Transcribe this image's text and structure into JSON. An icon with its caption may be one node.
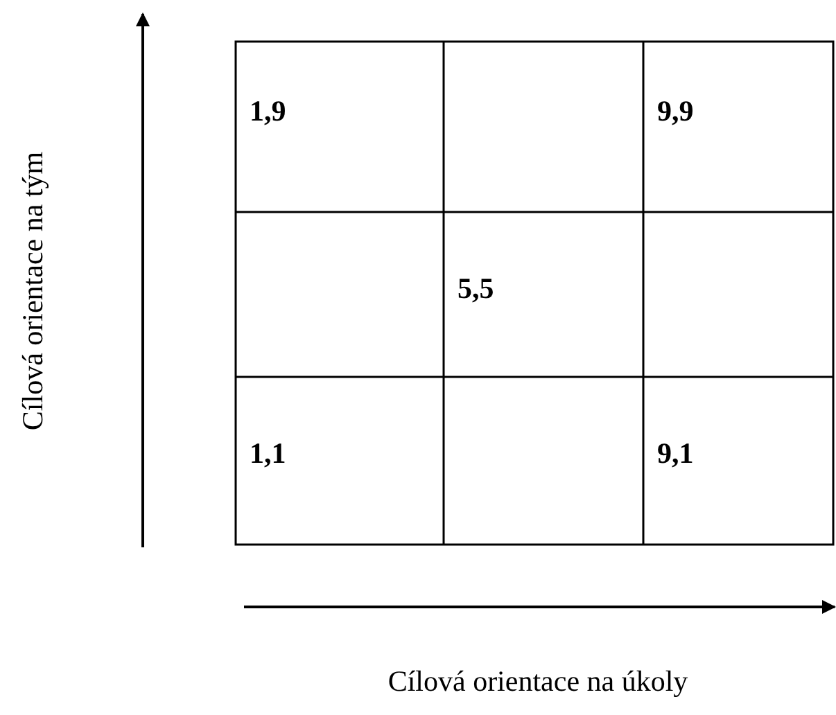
{
  "diagram": {
    "labels": [
      "Cílová orientace na tým",
      "1,9",
      "9,9",
      "5,5",
      "1,1",
      "9,1",
      "Cílová orientace na úkoly"
    ]
  }
}
